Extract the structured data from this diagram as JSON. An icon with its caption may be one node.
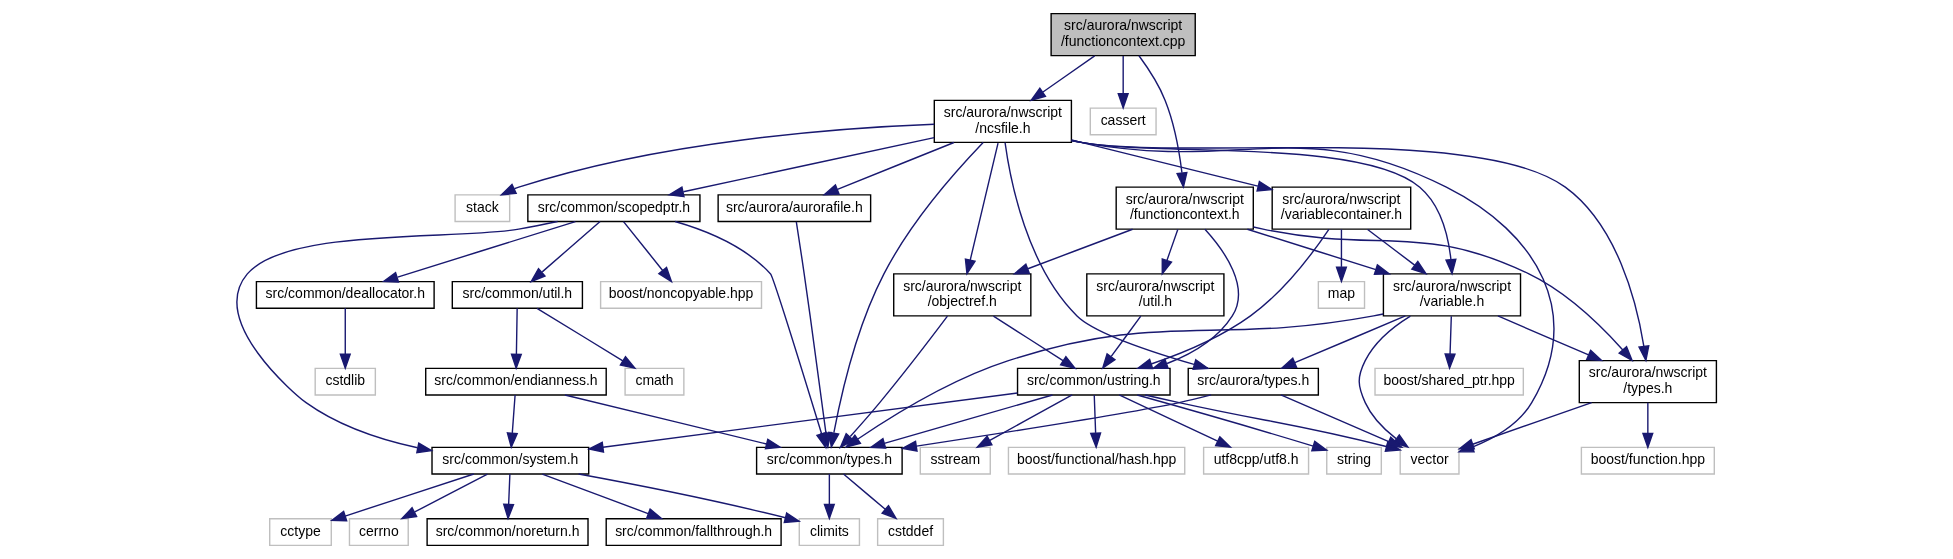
{
  "diagram": {
    "nodes": [
      {
        "text": [
          "src/aurora/nwscript /functioncontext.cpp"
        ]
      },
      {
        "text": [
          "src/aurora/nwscript /ncsfile.h"
        ]
      },
      {
        "text": [
          "cassert"
        ]
      },
      {
        "text": [
          "src/aurora/nwscript /functioncontext.h"
        ]
      },
      {
        "text": [
          "src/aurora/nwscript /variablecontainer.h"
        ]
      },
      {
        "text": [
          "stack"
        ]
      },
      {
        "text": [
          "src/aurora/aurorafile.h"
        ]
      },
      {
        "text": [
          "src/common/scopedptr.h"
        ]
      },
      {
        "text": [
          "src/aurora/nwscript /util.h"
        ]
      },
      {
        "text": [
          "src/aurora/nwscript /objectref.h"
        ]
      },
      {
        "text": [
          "map"
        ]
      },
      {
        "text": [
          "src/aurora/nwscript /variable.h"
        ]
      },
      {
        "text": [
          "src/common/deallocator.h"
        ]
      },
      {
        "text": [
          "boost/noncopyable.hpp"
        ]
      },
      {
        "text": [
          "src/common/util.h"
        ]
      },
      {
        "text": [
          "src/common/ustring.h"
        ]
      },
      {
        "text": [
          "src/aurora/nwscript /types.h"
        ]
      },
      {
        "text": [
          "boost/shared_ptr.hpp"
        ]
      },
      {
        "text": [
          "src/aurora/types.h"
        ]
      },
      {
        "text": [
          "cstdlib"
        ]
      },
      {
        "text": [
          "cmath"
        ]
      },
      {
        "text": [
          "src/common/endianness.h"
        ]
      },
      {
        "text": [
          "string"
        ]
      },
      {
        "text": [
          "sstream"
        ]
      },
      {
        "text": [
          "boost/functional/hash.hpp"
        ]
      },
      {
        "text": [
          "utf8cpp/utf8.h"
        ]
      },
      {
        "text": [
          "boost/function.hpp"
        ]
      },
      {
        "text": [
          "vector"
        ]
      },
      {
        "text": [
          "src/common/types.h"
        ]
      },
      {
        "text": [
          "src/common/system.h"
        ]
      },
      {
        "text": [
          "cstddef"
        ]
      },
      {
        "text": [
          "climits"
        ]
      },
      {
        "text": [
          "cctype"
        ]
      },
      {
        "text": [
          "cerrno"
        ]
      },
      {
        "text": [
          "src/common/noreturn.h"
        ]
      },
      {
        "text": [
          "src/common/fallthrough.h"
        ]
      }
    ],
    "edges": [
      {
        "from": 0,
        "to": 3,
        "arrow": "to"
      },
      {
        "from": 0,
        "to": 2,
        "arrow": "to"
      },
      {
        "from": 0,
        "to": 1,
        "arrow": "to"
      },
      {
        "from": 3,
        "to": 8,
        "arrow": "to"
      },
      {
        "from": 3,
        "to": 15,
        "arrow": "to"
      },
      {
        "from": 3,
        "to": 16,
        "arrow": "to"
      },
      {
        "from": 3,
        "to": 9,
        "arrow": "to"
      },
      {
        "from": 3,
        "to": 11,
        "arrow": "to"
      },
      {
        "from": 1,
        "to": 9,
        "arrow": "to"
      },
      {
        "from": 1,
        "to": 16,
        "arrow": "to"
      },
      {
        "from": 1,
        "to": 4,
        "arrow": "to"
      },
      {
        "from": 1,
        "to": 11,
        "arrow": "to"
      },
      {
        "from": 1,
        "to": 27,
        "arrow": "to"
      },
      {
        "from": 1,
        "to": 18,
        "arrow": "to"
      },
      {
        "from": 1,
        "to": 5,
        "arrow": "to"
      },
      {
        "from": 1,
        "to": 28,
        "arrow": "to"
      },
      {
        "from": 1,
        "to": 6,
        "arrow": "to"
      },
      {
        "from": 1,
        "to": 7,
        "arrow": "to"
      },
      {
        "from": 4,
        "to": 15,
        "arrow": "to"
      },
      {
        "from": 4,
        "to": 10,
        "arrow": "to"
      },
      {
        "from": 4,
        "to": 11,
        "arrow": "to"
      },
      {
        "from": 8,
        "to": 15,
        "arrow": "to"
      },
      {
        "from": 9,
        "to": 15,
        "arrow": "to"
      },
      {
        "from": 9,
        "to": 28,
        "arrow": "to"
      },
      {
        "from": 11,
        "to": 16,
        "arrow": "to"
      },
      {
        "from": 11,
        "to": 27,
        "arrow": "to"
      },
      {
        "from": 11,
        "to": 17,
        "arrow": "to"
      },
      {
        "from": 11,
        "to": 28,
        "arrow": "to"
      },
      {
        "from": 11,
        "to": 18,
        "arrow": "to"
      },
      {
        "from": 15,
        "to": 22,
        "arrow": "to"
      },
      {
        "from": 15,
        "to": 23,
        "arrow": "to"
      },
      {
        "from": 15,
        "to": 24,
        "arrow": "to"
      },
      {
        "from": 15,
        "to": 25,
        "arrow": "to"
      },
      {
        "from": 15,
        "to": 27,
        "arrow": "to"
      },
      {
        "from": 15,
        "to": 28,
        "arrow": "to"
      },
      {
        "from": 15,
        "to": 29,
        "arrow": "to"
      },
      {
        "from": 16,
        "to": 26,
        "arrow": "to"
      },
      {
        "from": 16,
        "to": 27,
        "arrow": "to"
      },
      {
        "from": 18,
        "to": 27,
        "arrow": "to"
      },
      {
        "from": 18,
        "to": 28,
        "arrow": "to"
      },
      {
        "from": 6,
        "to": 28,
        "arrow": "to"
      },
      {
        "from": 7,
        "to": 28,
        "arrow": "to"
      },
      {
        "from": 7,
        "to": 12,
        "arrow": "to"
      },
      {
        "from": 7,
        "to": 13,
        "arrow": "to"
      },
      {
        "from": 7,
        "to": 14,
        "arrow": "to"
      },
      {
        "from": 7,
        "to": 29,
        "arrow": "to"
      },
      {
        "from": 12,
        "to": 19,
        "arrow": "to"
      },
      {
        "from": 14,
        "to": 20,
        "arrow": "to"
      },
      {
        "from": 14,
        "to": 21,
        "arrow": "to"
      },
      {
        "from": 21,
        "to": 28,
        "arrow": "to"
      },
      {
        "from": 21,
        "to": 29,
        "arrow": "to"
      },
      {
        "from": 28,
        "to": 30,
        "arrow": "to"
      },
      {
        "from": 28,
        "to": 31,
        "arrow": "to"
      },
      {
        "from": 29,
        "to": 31,
        "arrow": "to"
      },
      {
        "from": 29,
        "to": 32,
        "arrow": "to"
      },
      {
        "from": 29,
        "to": 33,
        "arrow": "to"
      },
      {
        "from": 29,
        "to": 34,
        "arrow": "to"
      },
      {
        "from": 29,
        "to": 35,
        "arrow": "to"
      }
    ]
  }
}
